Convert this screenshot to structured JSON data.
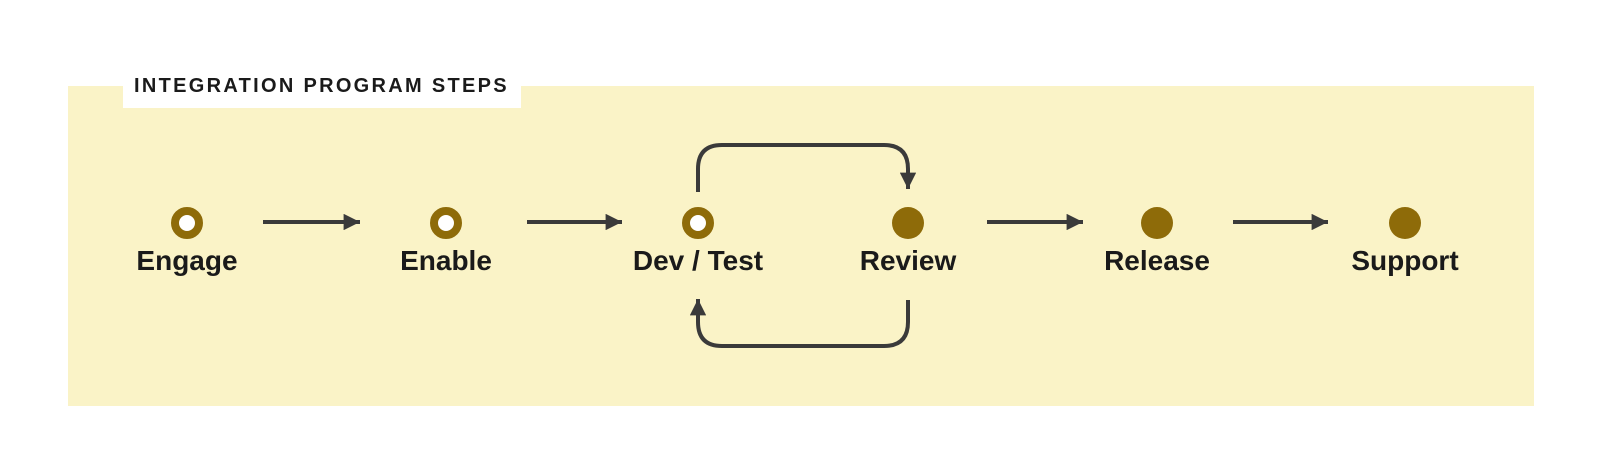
{
  "title": "INTEGRATION PROGRAM STEPS",
  "steps": [
    {
      "label": "Engage",
      "marker": "open"
    },
    {
      "label": "Enable",
      "marker": "open"
    },
    {
      "label": "Dev / Test",
      "marker": "open"
    },
    {
      "label": "Review",
      "marker": "filled"
    },
    {
      "label": "Release",
      "marker": "filled"
    },
    {
      "label": "Support",
      "marker": "filled"
    }
  ],
  "edges": [
    {
      "from": "Engage",
      "to": "Enable",
      "type": "forward"
    },
    {
      "from": "Enable",
      "to": "Dev / Test",
      "type": "forward"
    },
    {
      "from": "Dev / Test",
      "to": "Review",
      "type": "loop-forward"
    },
    {
      "from": "Review",
      "to": "Dev / Test",
      "type": "loop-back"
    },
    {
      "from": "Review",
      "to": "Release",
      "type": "forward"
    },
    {
      "from": "Release",
      "to": "Support",
      "type": "forward"
    }
  ],
  "colors": {
    "page_background": "#FFFFFF",
    "panel_background": "#FAF3C7",
    "title_background": "#FFFFFF",
    "marker_gold": "#8E6B09",
    "arrow_ink": "#3A3A3A",
    "text": "#1A1A1A"
  }
}
